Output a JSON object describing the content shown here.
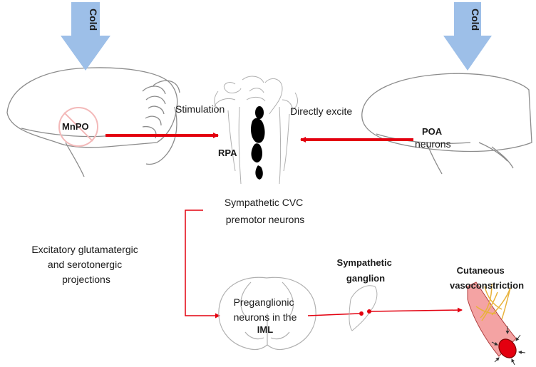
{
  "cold_arrows": {
    "left_label": "Cold",
    "right_label": "Cold",
    "color": "#9dbfe8"
  },
  "brain_left": {
    "region_label": "MnPO"
  },
  "brain_right": {
    "region_label": "POA",
    "region_sublabel": "neurons"
  },
  "brainstem": {
    "nucleus_label": "RPA"
  },
  "pathways": {
    "stimulation_label": "Stimulation",
    "excite_label": "Directly excite",
    "color": "#e3000f"
  },
  "premotor_label": [
    "Sympathetic CVC",
    "premotor neurons"
  ],
  "projection_label": [
    "Excitatory glutamatergic",
    "and serotonergic",
    "projections"
  ],
  "spinal_cord_label": [
    "Preganglionic",
    "neurons in the",
    "IML"
  ],
  "ganglion_label": [
    "Sympathetic",
    "ganglion"
  ],
  "vessel_label": [
    "Cutaneous",
    "vasoconstriction"
  ],
  "colors": {
    "outline": "#8c8c8c",
    "vessel_fill": "#f4a3a3",
    "vessel_lumen": "#e3000f",
    "nerve": "#e8b23a"
  }
}
